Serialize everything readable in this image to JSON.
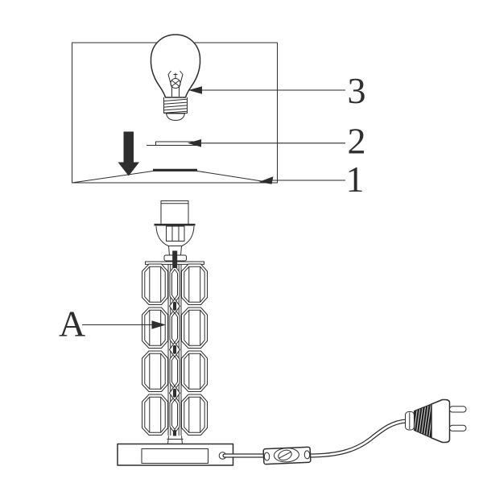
{
  "colors": {
    "line": "#2e2e2e",
    "background": "#ffffff"
  },
  "callouts": {
    "shade": {
      "label": "1"
    },
    "washer": {
      "label": "2"
    },
    "bulb": {
      "label": "3"
    },
    "column": {
      "label": "A"
    }
  }
}
